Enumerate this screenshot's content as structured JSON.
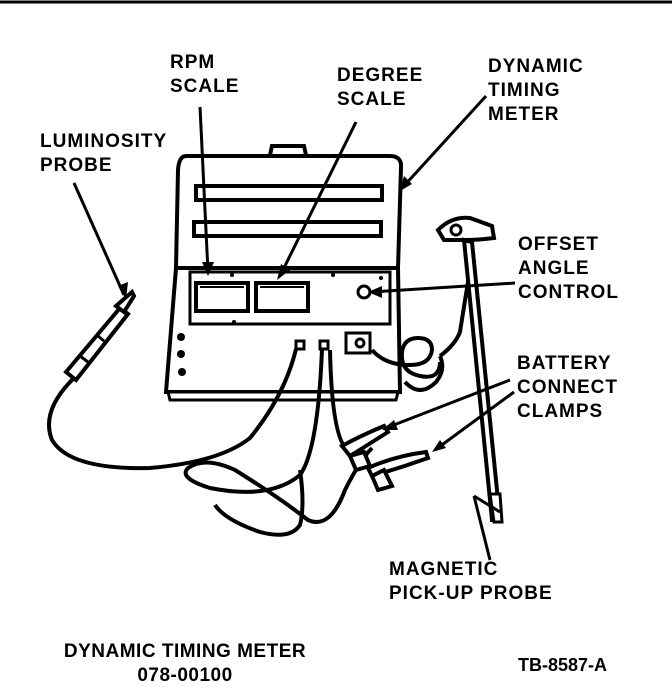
{
  "labels": {
    "rpm_scale": [
      "RPM",
      "SCALE"
    ],
    "degree_scale": [
      "DEGREE",
      "SCALE"
    ],
    "dynamic_timing_meter": [
      "DYNAMIC",
      "TIMING",
      "METER"
    ],
    "luminosity_probe": [
      "LUMINOSITY",
      "PROBE"
    ],
    "offset_angle_control": [
      "OFFSET",
      "ANGLE",
      "CONTROL"
    ],
    "battery_connect_clamps": [
      "BATTERY",
      "CONNECT",
      "CLAMPS"
    ],
    "magnetic_pickup_probe": [
      "MAGNETIC",
      "PICK-UP PROBE"
    ]
  },
  "caption": {
    "title": "DYNAMIC TIMING METER",
    "part_number": "078-00100"
  },
  "figure_ref": "TB-8587-A"
}
